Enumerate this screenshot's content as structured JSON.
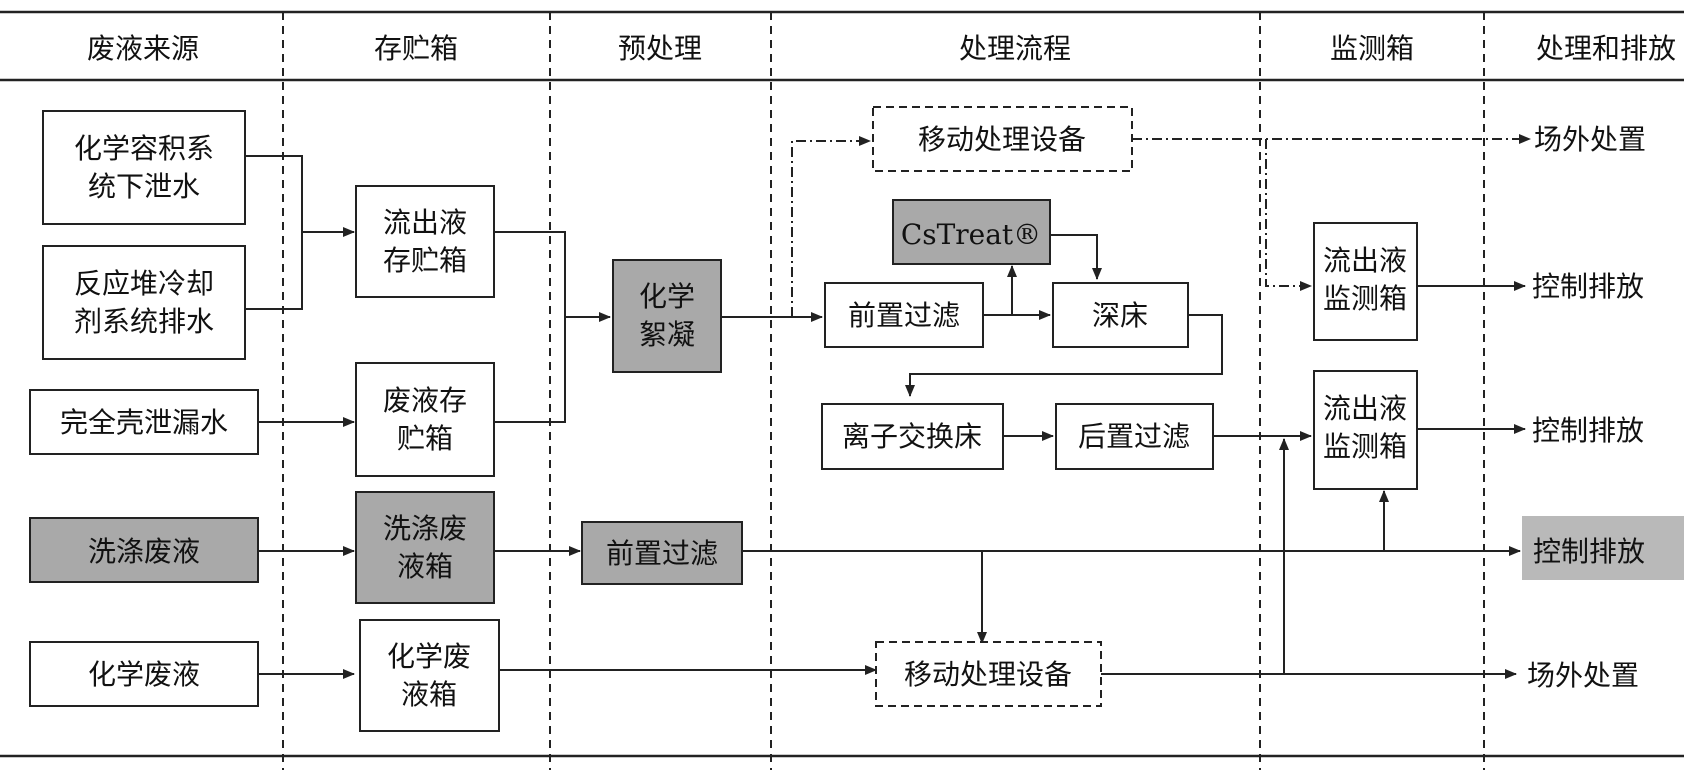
{
  "headers": [
    "废液来源",
    "存贮箱",
    "预处理",
    "处理流程",
    "监测箱",
    "处理和排放"
  ],
  "nodes": {
    "src_cvcs": "化学容积系\n统下泄水",
    "src_rcs": "反应堆冷却\n剂系统排水",
    "src_cont": "完全壳泄漏水",
    "src_wash": "洗涤废液",
    "src_chem": "化学废液",
    "tank_eff": "流出液\n存贮箱",
    "tank_waste": "废液存\n贮箱",
    "tank_wash": "洗涤废\n液箱",
    "tank_chem": "化学废\n液箱",
    "pre_coag": "化学\n絮凝",
    "pre_filter": "前置过滤",
    "mobile_top": "移动处理设备",
    "cstreat": "CsTreat®",
    "filter_front": "前置过滤",
    "deep_bed": "深床",
    "ion_bed": "离子交换床",
    "filter_post": "后置过滤",
    "mobile_bottom": "移动处理设备",
    "mon_1": "流出液\n监测箱",
    "mon_2": "流出液\n监测箱",
    "out_offsite_top": "场外处置",
    "out_release_1": "控制排放",
    "out_release_2": "控制排放",
    "out_release_3": "控制排放",
    "out_offsite_bottom": "场外处置"
  },
  "colors": {
    "highlight": "#a9a9a9",
    "release_highlight": "#b9b9b9",
    "line": "#222222"
  }
}
